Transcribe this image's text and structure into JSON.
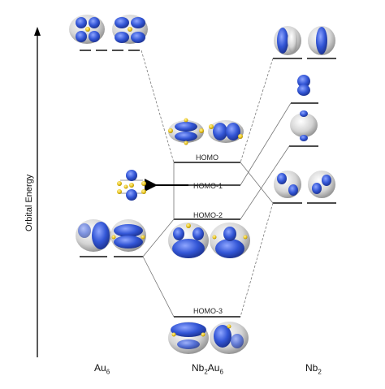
{
  "axis": {
    "label": "Orbital Energy"
  },
  "columns": {
    "left": {
      "main": "Au",
      "sub": "6"
    },
    "middle": {
      "main": "Nb",
      "sub1": "2",
      "main2": "Au",
      "sub2": "6"
    },
    "right": {
      "main": "Nb",
      "sub": "2"
    }
  },
  "levels": {
    "homo": "HOMO",
    "homo_1": "HOMO-1",
    "homo_2": "HOMO-2",
    "homo_3": "HOMO-3"
  },
  "colors": {
    "lobe_positive": "#3356d6",
    "lobe_negative": "#d9d9d9",
    "gold_atom": "#e8c21a",
    "line": "#222222",
    "dashed": "#888888"
  },
  "icons": [
    "orbital-lobe-icon",
    "cluster-structure-icon",
    "arrow-left-icon"
  ]
}
